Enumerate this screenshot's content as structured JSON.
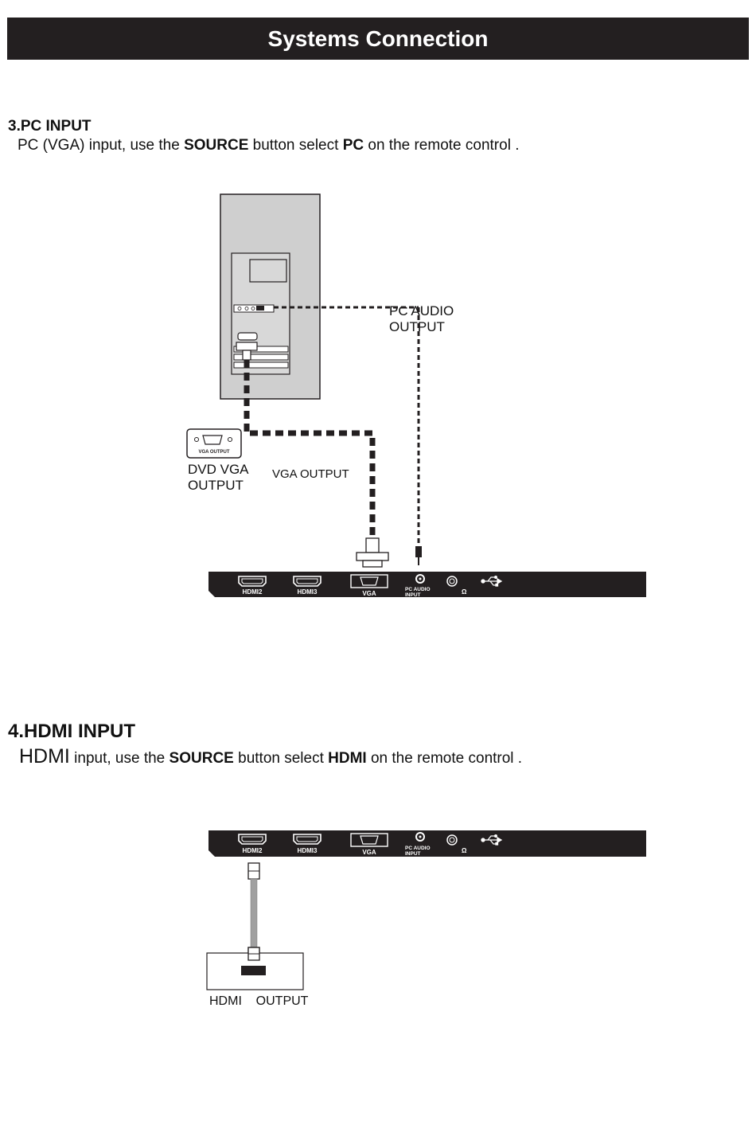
{
  "header": {
    "title": "Systems Connection"
  },
  "pc_section": {
    "title": "3.PC INPUT",
    "desc_parts": [
      "PC (VGA) input, use the ",
      "SOURCE",
      " button select ",
      "PC",
      " on the remote control ."
    ]
  },
  "pc_diagram": {
    "pc_audio_output_line1": "PC AUDIO",
    "pc_audio_output_line2": "OUTPUT",
    "vga_output_small": "VGA OUTPUT",
    "dvd_vga_line1": "DVD  VGA",
    "dvd_vga_line2": "OUTPUT",
    "vga_output_label": "VGA OUTPUT"
  },
  "panel": {
    "hdmi2": "HDMI2",
    "hdmi3": "HDMI3",
    "vga": "VGA",
    "pc_audio_line1": "PC AUDIO",
    "pc_audio_line2": "INPUT",
    "ohm": "Ω"
  },
  "hdmi_section": {
    "title": "4.HDMI INPUT",
    "desc_parts": [
      "HDMI",
      " input, use the ",
      "SOURCE",
      " button select ",
      "HDMI",
      " on the remote control ."
    ]
  },
  "hdmi_diagram": {
    "output_label_a": "HDMI",
    "output_label_b": "OUTPUT"
  }
}
